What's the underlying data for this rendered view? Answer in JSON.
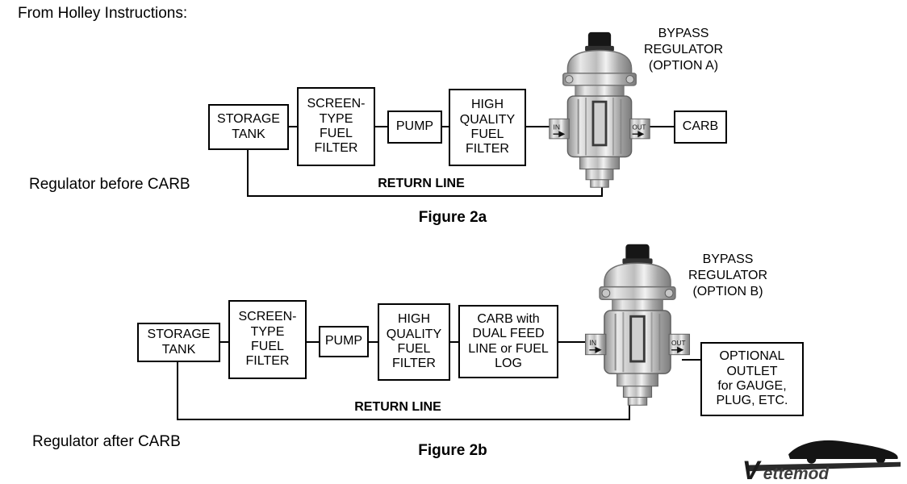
{
  "title": "From Holley Instructions:",
  "regulator": {
    "in_label": "IN",
    "out_label": "OUT"
  },
  "figure_a": {
    "caption": "Figure 2a",
    "note": "Regulator before CARB",
    "bypass_label": "BYPASS\nREGULATOR\n(OPTION A)",
    "return_label": "RETURN LINE",
    "boxes": {
      "storage": "STORAGE\nTANK",
      "screen": "SCREEN-\nTYPE\nFUEL\nFILTER",
      "pump": "PUMP",
      "hq": "HIGH\nQUALITY\nFUEL\nFILTER",
      "carb": "CARB"
    }
  },
  "figure_b": {
    "caption": "Figure 2b",
    "note": "Regulator after CARB",
    "bypass_label": "BYPASS\nREGULATOR\n(OPTION B)",
    "return_label": "RETURN LINE",
    "boxes": {
      "storage": "STORAGE\nTANK",
      "screen": "SCREEN-\nTYPE\nFUEL\nFILTER",
      "pump": "PUMP",
      "hq": "HIGH\nQUALITY\nFUEL\nFILTER",
      "carb_dual": "CARB with\nDUAL FEED\nLINE or FUEL\nLOG",
      "optional": "OPTIONAL\nOUTLET\nfor GAUGE,\nPLUG, ETC."
    }
  },
  "logo": {
    "v": "V",
    "rest": "ettemod"
  }
}
